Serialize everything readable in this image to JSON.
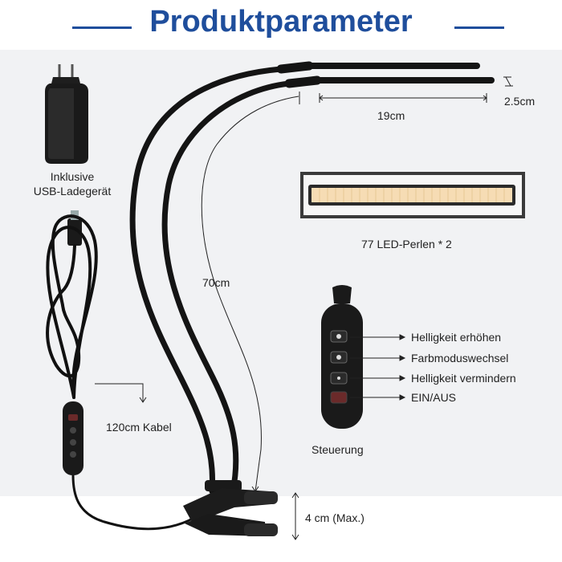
{
  "header": {
    "title": "Produktparameter"
  },
  "labels": {
    "charger_line1": "Inklusive",
    "charger_line2": "USB-Ladegerät",
    "head_height": "2.5cm",
    "head_length": "19cm",
    "led_count": "77 LED-Perlen * 2",
    "gooseneck_length": "70cm",
    "cable_length": "120cm Kabel",
    "clip_opening": "4 cm (Max.)",
    "controller_caption": "Steuerung"
  },
  "controls": [
    {
      "label": "Helligkeit erhöhen",
      "icon": "brightness-up-icon"
    },
    {
      "label": "Farbmoduswechsel",
      "icon": "color-mode-icon"
    },
    {
      "label": "Helligkeit vermindern",
      "icon": "brightness-down-icon"
    },
    {
      "label": "EIN/AUS",
      "icon": "power-icon"
    }
  ],
  "colors": {
    "title": "#1f4e9c",
    "background": "#f1f2f4",
    "product": "#1a1a1a",
    "led_warm": "#f6dcb4",
    "power_button": "#6a2a2a"
  }
}
